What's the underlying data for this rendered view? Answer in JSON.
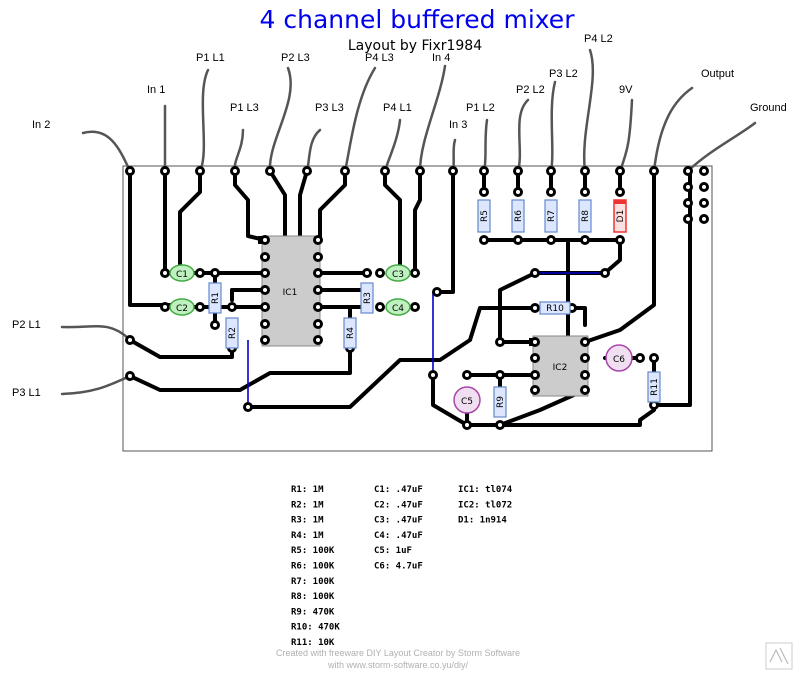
{
  "header": {
    "title": "4 channel buffered mixer",
    "subtitle": "Layout by Fixr1984"
  },
  "wire_labels": {
    "in2": "In 2",
    "in1": "In 1",
    "p1l1": "P1 L1",
    "p1l3": "P1 L3",
    "p2l3": "P2 L3",
    "p3l3": "P3 L3",
    "p4l3": "P4 L3",
    "p4l1": "P4 L1",
    "in4": "In 4",
    "in3": "In 3",
    "p1l2": "P1 L2",
    "p2l2": "P2 L2",
    "p3l2": "P3 L2",
    "p4l2": "P4 L2",
    "v9": "9V",
    "output": "Output",
    "ground": "Ground",
    "p2l1": "P2 L1",
    "p3l1": "P3 L1"
  },
  "parts": {
    "ic1": "IC1",
    "ic2": "IC2",
    "c1": "C1",
    "c2": "C2",
    "c3": "C3",
    "c4": "C4",
    "c5": "C5",
    "c6": "C6",
    "r1": "R1",
    "r2": "R2",
    "r3": "R3",
    "r4": "R4",
    "r5": "R5",
    "r6": "R6",
    "r7": "R7",
    "r8": "R8",
    "r9": "R9",
    "r10": "R10",
    "r11": "R11",
    "d1": "D1"
  },
  "bom": {
    "resistors": [
      "R1: 1M",
      "R2: 1M",
      "R3: 1M",
      "R4: 1M",
      "R5: 100K",
      "R6: 100K",
      "R7: 100K",
      "R8: 100K",
      "R9: 470K",
      "R10: 470K",
      "R11: 10K"
    ],
    "capacitors": [
      "C1: .47uF",
      "C2: .47uF",
      "C3: .47uF",
      "C4: .47uF",
      "C5: 1uF",
      "C6: 4.7uF"
    ],
    "semis": [
      "IC1: tl074",
      "IC2: tl072",
      "D1: 1n914"
    ]
  },
  "footer": {
    "line1": "Created with freeware DIY Layout Creator by Storm Software",
    "line2": "with www.storm-software.co.yu/diy/"
  },
  "colors": {
    "title": "#0000ee",
    "jumper": "#0000cc",
    "resistor": "#6688cc",
    "capacitor_film": "#44aa44",
    "capacitor_electrolytic": "#aa44aa",
    "diode": "#ee3333"
  }
}
